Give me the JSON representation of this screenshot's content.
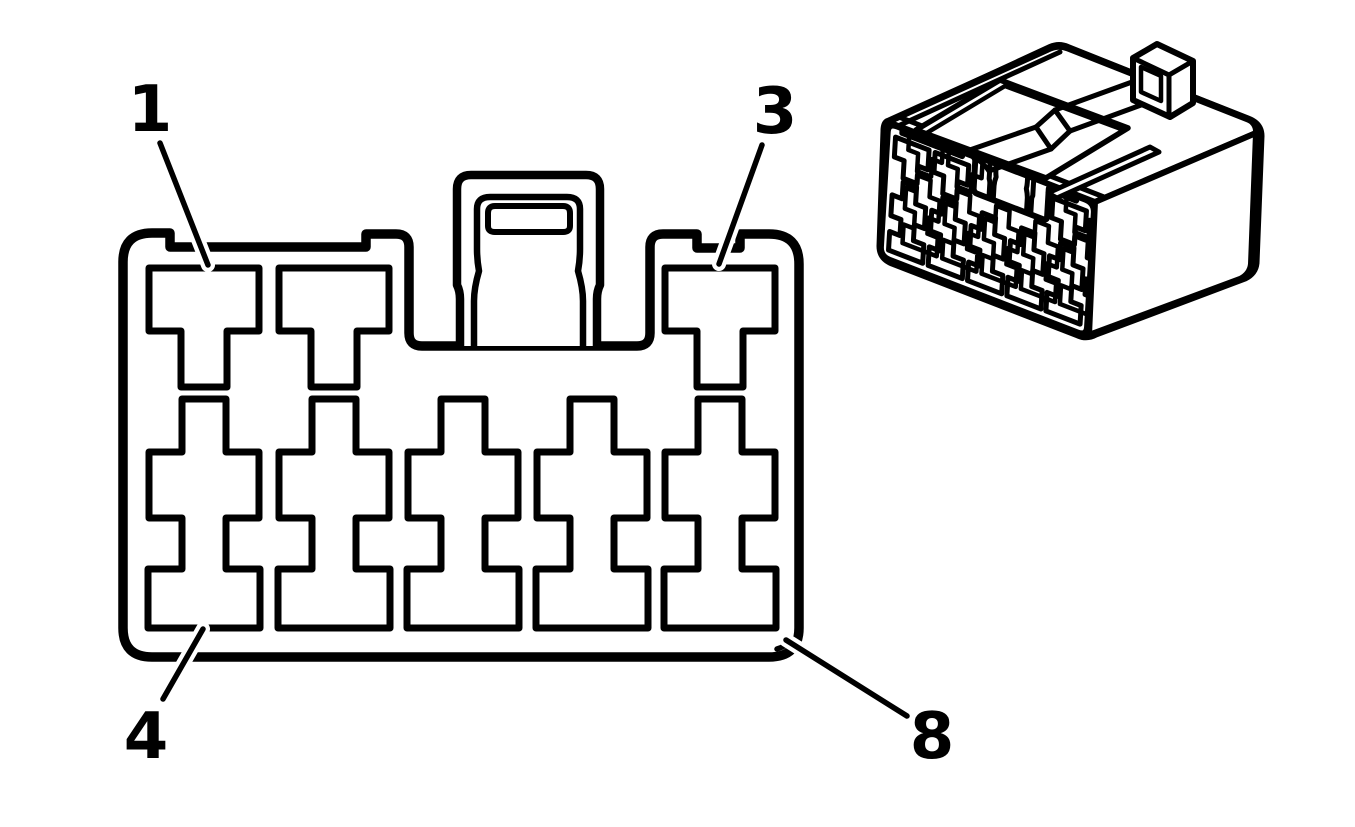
{
  "figure": {
    "type": "technical-line-illustration",
    "subject": "8-cavity electrical connector shown in face view and isometric view",
    "background_color": "#ffffff",
    "line_color": "#000000",
    "face_view": {
      "top_row_cavity_count": 3,
      "bottom_row_cavity_count": 5,
      "has_center_lock_tab_slot": true
    },
    "isometric_view": {
      "has_lock_tab": true,
      "has_top_recess": true,
      "has_index_slot": true
    },
    "callouts": {
      "c1": {
        "label": "1"
      },
      "c3": {
        "label": "3"
      },
      "c4": {
        "label": "4"
      },
      "c8": {
        "label": "8"
      }
    }
  }
}
